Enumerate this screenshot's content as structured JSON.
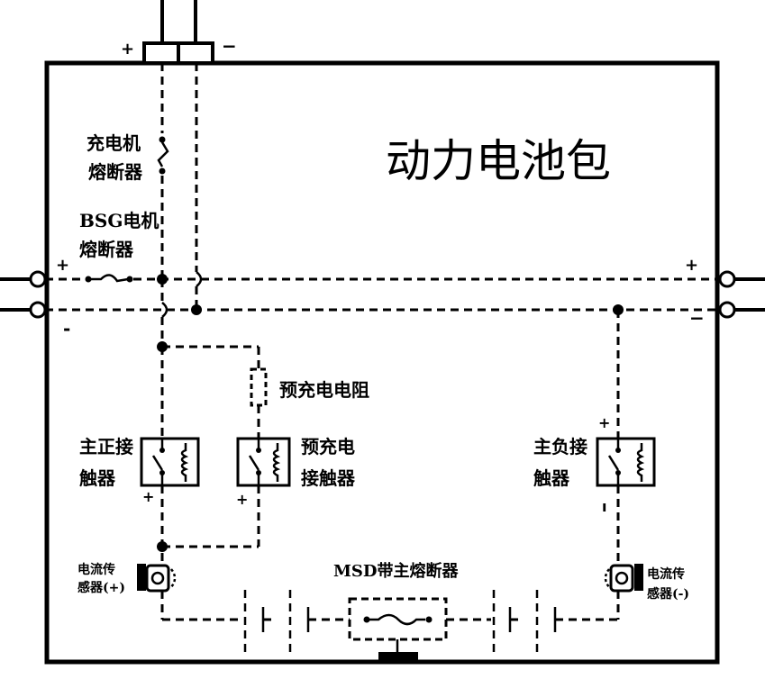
{
  "title": "动力电池包",
  "labels": {
    "charger_fuse_l1": "充电机",
    "charger_fuse_l2": "熔断器",
    "bsg_fuse_l1": "BSG电机",
    "bsg_fuse_l2": "熔断器",
    "precharge_resistor": "预充电电阻",
    "main_pos_l1": "主正接",
    "main_pos_l2": "触器",
    "precharge_l1": "预充电",
    "precharge_l2": "接触器",
    "main_neg_l1": "主负接",
    "main_neg_l2": "触器",
    "cs_pos_l1": "电流传",
    "cs_pos_l2": "感器(+)",
    "cs_neg_l1": "电流传",
    "cs_neg_l2": "感器(-)",
    "msd": "MSD带主熔断器"
  },
  "signs": {
    "plus": "+",
    "minus": "−",
    "minus_short": "-",
    "neg_bar": "ı"
  }
}
